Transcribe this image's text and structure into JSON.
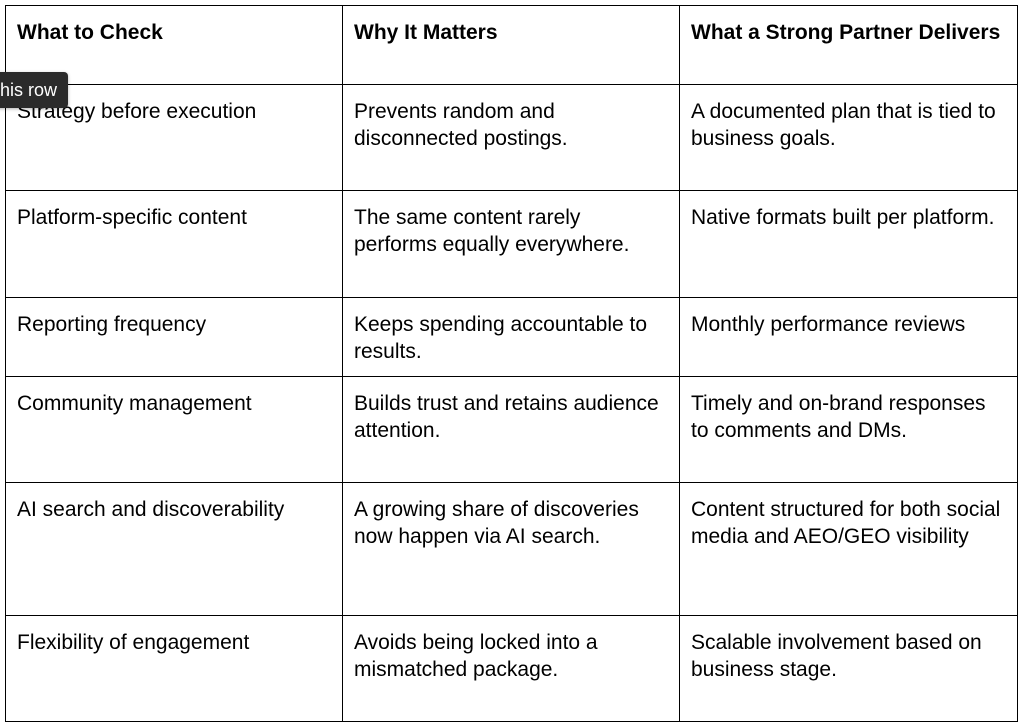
{
  "table": {
    "headers": [
      "What to Check",
      "Why It Matters",
      "What a Strong Partner Delivers"
    ],
    "rows": [
      [
        "Strategy before execution",
        "Prevents random and disconnected postings.",
        "A documented plan that is tied to business goals."
      ],
      [
        "Platform-specific content",
        "The same content rarely performs equally everywhere.",
        "Native formats built per platform."
      ],
      [
        "Reporting frequency",
        "Keeps spending accountable to results.",
        "Monthly performance reviews"
      ],
      [
        "Community management",
        "Builds trust and retains audience attention.",
        "Timely and on-brand responses to comments and DMs."
      ],
      [
        "AI search and discoverability",
        "A growing share of discoveries now happen via AI search.",
        "Content structured for both social media and AEO/GEO visibility"
      ],
      [
        "Flexibility of engagement",
        "Avoids being locked into a mismatched package.",
        "Scalable involvement based on business stage."
      ]
    ]
  },
  "tooltip": {
    "text": "his row"
  }
}
